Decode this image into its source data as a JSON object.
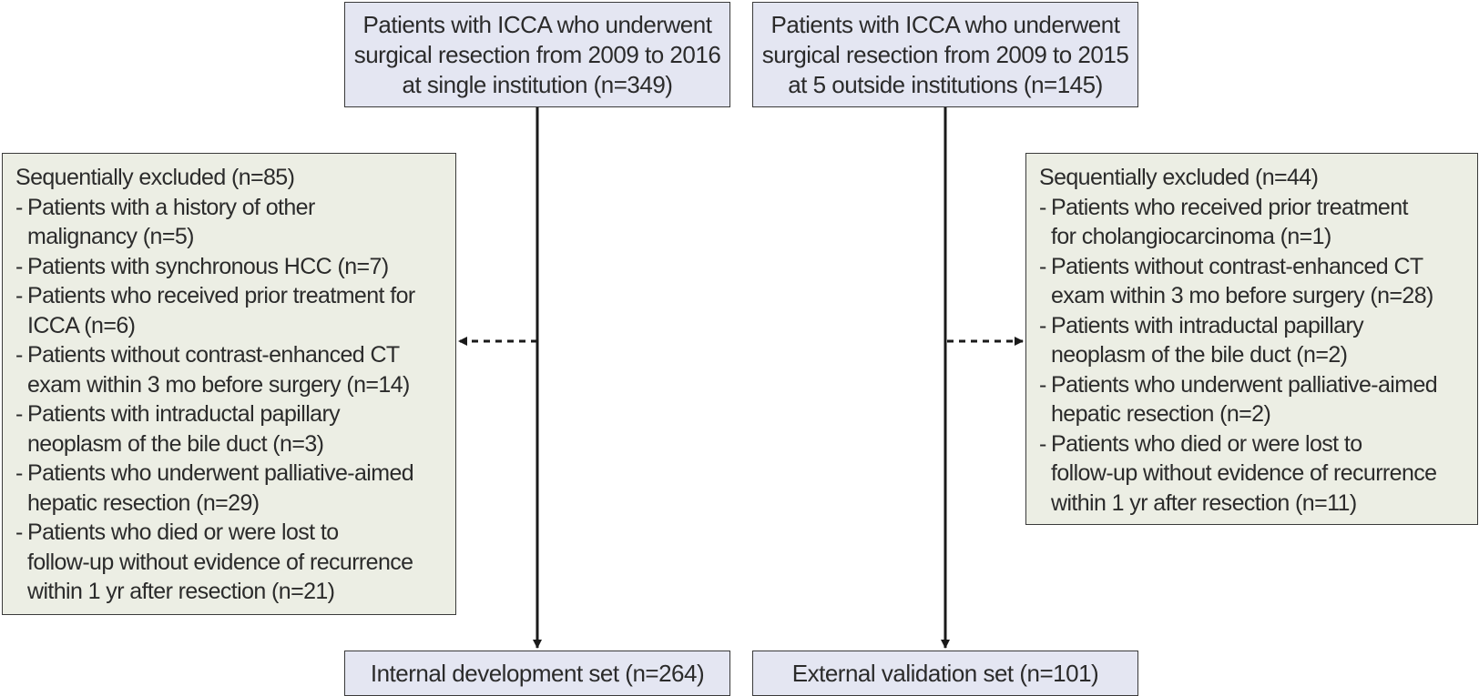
{
  "top_boxes": [
    {
      "lines": [
        "Patients with ICCA who underwent",
        "surgical resection from 2009 to 2016",
        "at single institution (n=349)"
      ]
    },
    {
      "lines": [
        "Patients with ICCA who underwent",
        "surgical resection from 2009 to 2015",
        "at 5 outside institutions (n=145)"
      ]
    }
  ],
  "exclusions_left": {
    "heading": "Sequentially excluded (n=85)",
    "items": [
      [
        "Patients with a history of other",
        "malignancy (n=5)"
      ],
      [
        "Patients with synchronous HCC (n=7)"
      ],
      [
        "Patients who received prior treatment for",
        "ICCA (n=6)"
      ],
      [
        "Patients without contrast-enhanced CT",
        "exam within 3 mo before surgery (n=14)"
      ],
      [
        "Patients with intraductal papillary",
        "neoplasm of  the bile duct (n=3)"
      ],
      [
        "Patients who underwent palliative-aimed",
        "hepatic resection (n=29)"
      ],
      [
        "Patients who died or were lost to",
        "follow-up without evidence of recurrence",
        "within 1 yr after resection (n=21)"
      ]
    ]
  },
  "exclusions_right": {
    "heading": "Sequentially excluded (n=44)",
    "items": [
      [
        "Patients who received prior treatment",
        "for cholangiocarcinoma (n=1)"
      ],
      [
        "Patients without contrast-enhanced CT",
        "exam within 3 mo before surgery (n=28)"
      ],
      [
        "Patients with intraductal papillary",
        "neoplasm of the bile duct (n=2)"
      ],
      [
        "Patients who underwent palliative-aimed",
        "hepatic resection (n=2)"
      ],
      [
        "Patients who died or were lost to",
        "follow-up without evidence of recurrence",
        "within 1 yr after resection (n=11)"
      ]
    ]
  },
  "bottom_boxes": [
    {
      "label": "Internal development set (n=264)"
    },
    {
      "label": "External validation set (n=101)"
    }
  ],
  "colors": {
    "top_box_fill": "#e4e6f2",
    "exclusion_box_fill": "#eceee4",
    "border": "#3a3a3a",
    "arrow": "#1a1a1a",
    "text": "#2b2b2b"
  }
}
